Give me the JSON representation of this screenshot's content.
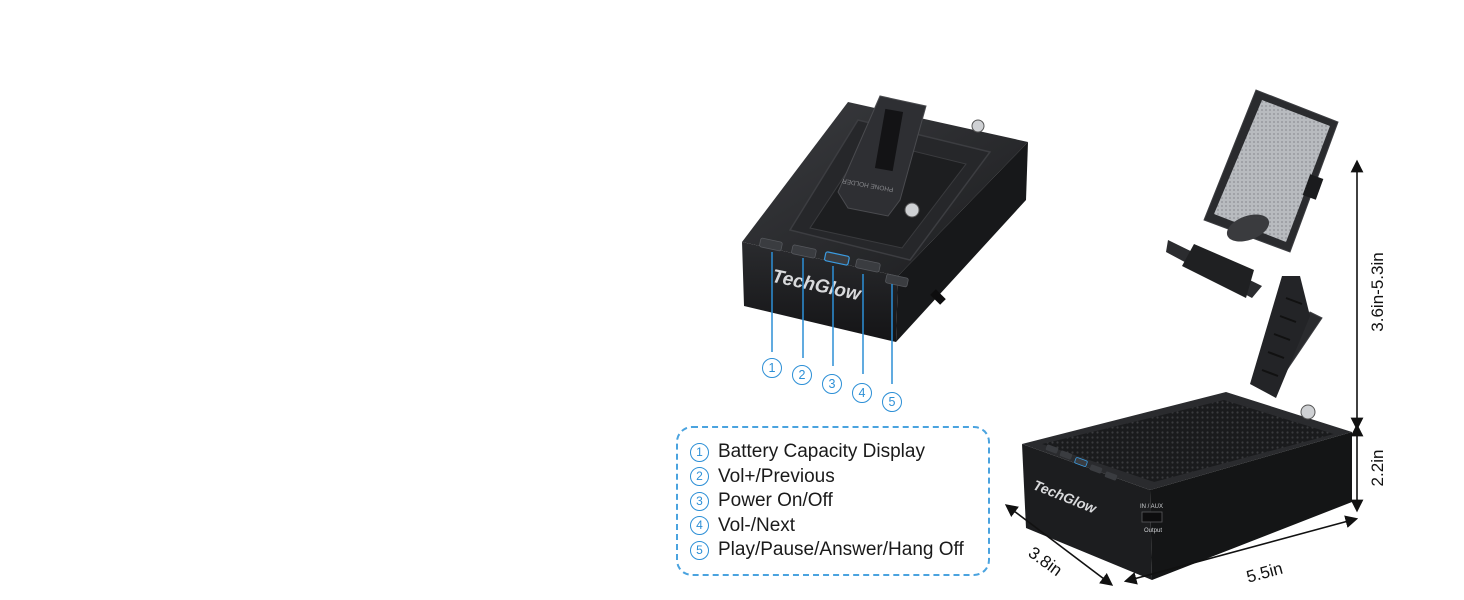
{
  "brand": "TechGlow",
  "callouts": [
    "1",
    "2",
    "3",
    "4",
    "5"
  ],
  "legend": {
    "items": [
      {
        "num": "1",
        "label": "Battery Capacity Display"
      },
      {
        "num": "2",
        "label": "Vol+/Previous"
      },
      {
        "num": "3",
        "label": "Power On/Off"
      },
      {
        "num": "4",
        "label": "Vol-/Next"
      },
      {
        "num": "5",
        "label": "Play/Pause/Answer/Hang Off"
      }
    ]
  },
  "device_labels": {
    "holder_text": "PHONE HOLDER",
    "port_in": "IN / AUX",
    "port_out": "Output"
  },
  "dimensions": {
    "height_stand": "3.6in-5.3in",
    "height_base": "2.2in",
    "depth": "3.8in",
    "width": "5.5in"
  },
  "colors": {
    "accent_blue": "#2c8fd6",
    "device_dark": "#1e1f21",
    "device_mid": "#2c2d30",
    "dimension_line": "#111111"
  }
}
